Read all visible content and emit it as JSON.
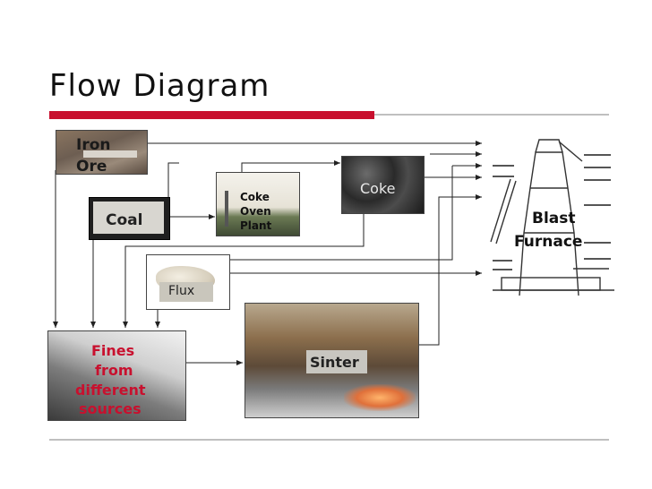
{
  "title": "Flow Diagram",
  "boxes": {
    "iron_ore": {
      "label_line1": "Iron",
      "label_line2": "Ore"
    },
    "coal": {
      "label": "Coal"
    },
    "coke_oven_plant": {
      "label_line1": "Coke",
      "label_line2": "Oven",
      "label_line3": "Plant"
    },
    "coke": {
      "label": "Coke"
    },
    "flux": {
      "label": "Flux"
    },
    "blast_furnace": {
      "label_line1": "Blast",
      "label_line2": "Furnace"
    },
    "fines": {
      "label_line1": "Fines",
      "label_line2": "from",
      "label_line3": "different",
      "label_line4": "sources"
    },
    "sinter": {
      "label": "Sinter"
    }
  },
  "colors": {
    "accent_red": "#c8102e",
    "fines_text": "#c8102e",
    "rule_gray": "#bfbfbf"
  }
}
